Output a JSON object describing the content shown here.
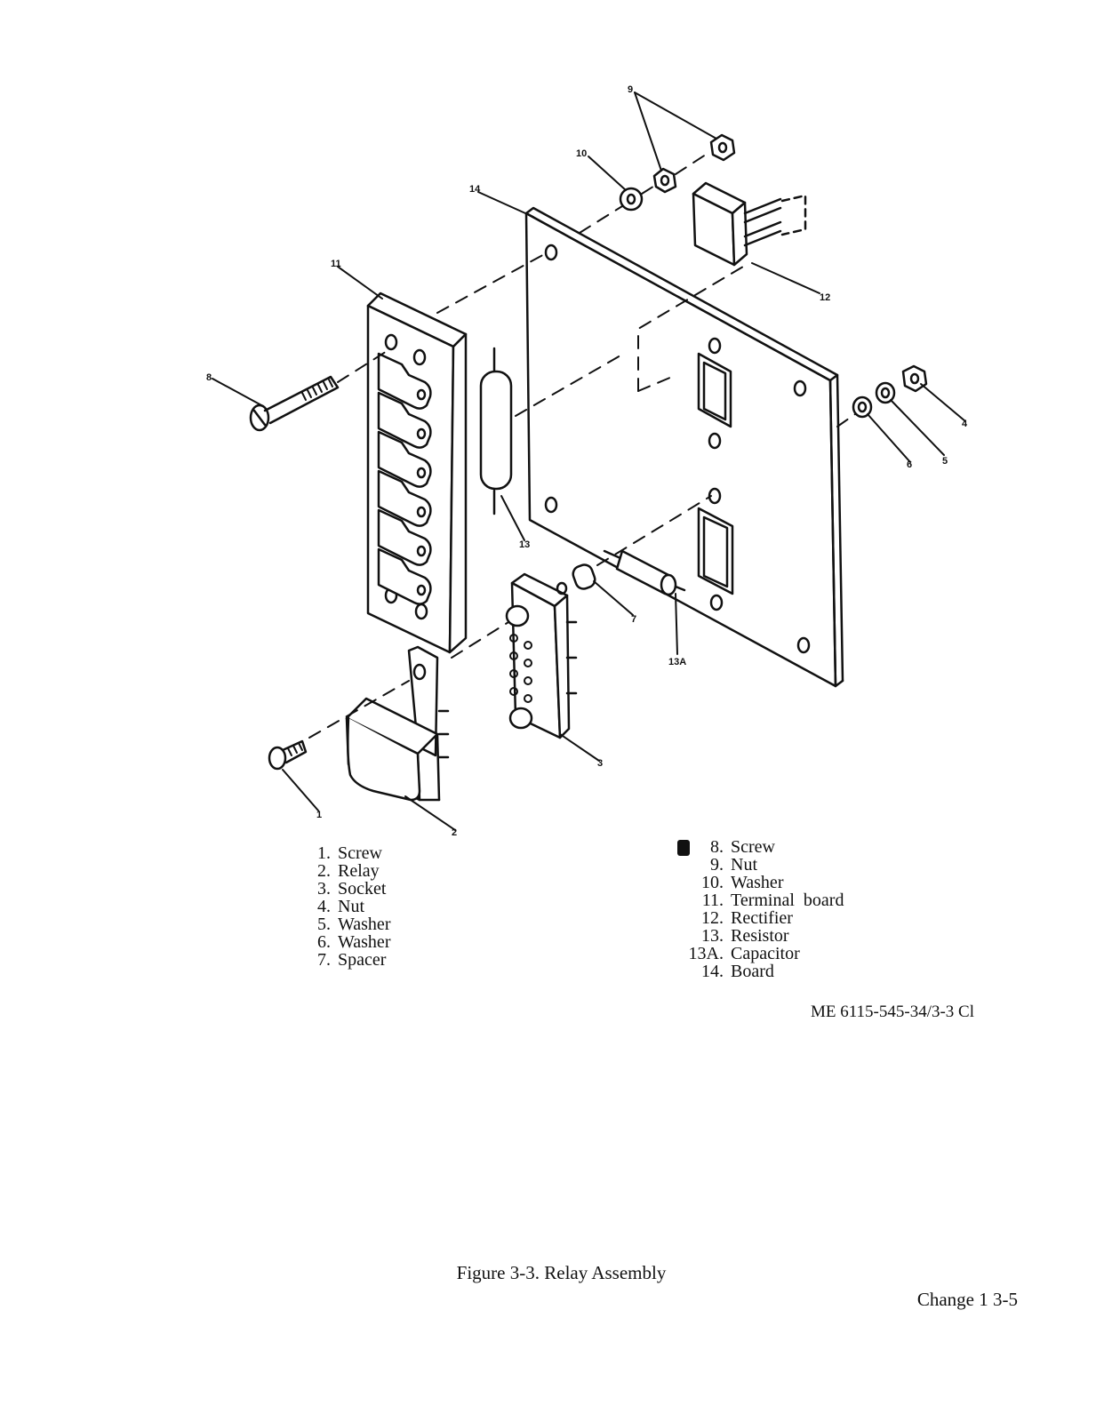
{
  "callouts": {
    "c1": "1",
    "c2": "2",
    "c3": "3",
    "c4": "4",
    "c5": "5",
    "c6": "6",
    "c7": "7",
    "c8": "8",
    "c9": "9",
    "c10": "10",
    "c11": "11",
    "c12": "12",
    "c13": "13",
    "c13a": "13A",
    "c14": "14"
  },
  "legend_left": [
    {
      "num": "1.",
      "label": "Screw"
    },
    {
      "num": "2.",
      "label": "Relay"
    },
    {
      "num": "3.",
      "label": "Socket"
    },
    {
      "num": "4.",
      "label": "Nut"
    },
    {
      "num": "5.",
      "label": "Washer"
    },
    {
      "num": "6.",
      "label": "Washer"
    },
    {
      "num": "7.",
      "label": "Spacer"
    }
  ],
  "legend_right": [
    {
      "num": "8.",
      "label": "Screw"
    },
    {
      "num": "9.",
      "label": "Nut"
    },
    {
      "num": "10.",
      "label": "Washer"
    },
    {
      "num": "11.",
      "label": "Terminal  board"
    },
    {
      "num": "12.",
      "label": "Rectifier"
    },
    {
      "num": "13.",
      "label": "Resistor"
    },
    {
      "num": "13A.",
      "label": "Capacitor"
    },
    {
      "num": "14.",
      "label": "Board"
    }
  ],
  "figure_code": "ME 6115-545-34/3-3 Cl",
  "caption": "Figure  3-3.  Relay  Assembly",
  "page_number": "Change  1  3-5"
}
